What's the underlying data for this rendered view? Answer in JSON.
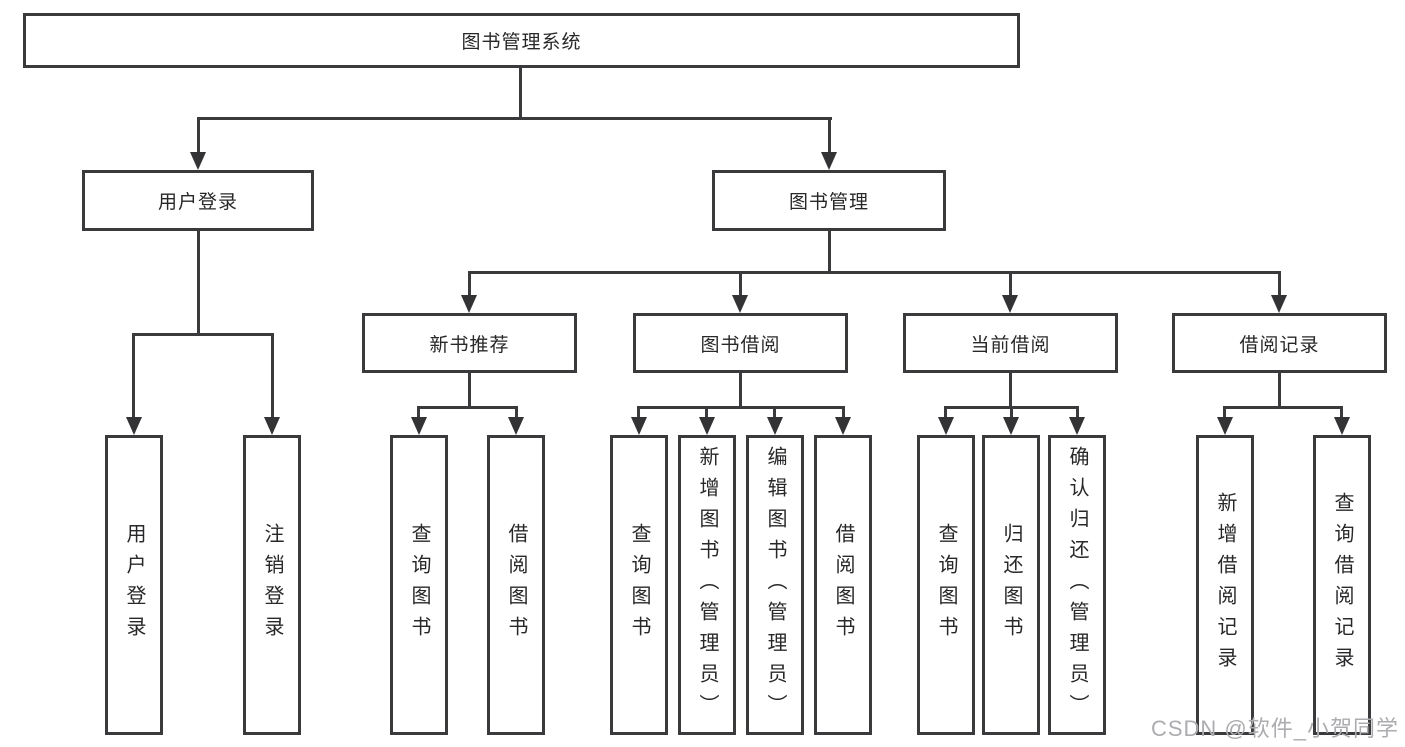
{
  "diagram_title": "图书管理系统",
  "nodes": {
    "root": {
      "label": "图书管理系统"
    },
    "level2": [
      {
        "label": "用户登录"
      },
      {
        "label": "图书管理"
      }
    ],
    "level3": [
      {
        "label": "新书推荐"
      },
      {
        "label": "图书借阅"
      },
      {
        "label": "当前借阅"
      },
      {
        "label": "借阅记录"
      }
    ],
    "leaves": [
      {
        "label": "用户登录"
      },
      {
        "label": "注销登录"
      },
      {
        "label": "查询图书"
      },
      {
        "label": "借阅图书"
      },
      {
        "label": "查询图书"
      },
      {
        "label": "新增图书（管理员）"
      },
      {
        "label": "编辑图书（管理员）"
      },
      {
        "label": "借阅图书"
      },
      {
        "label": "查询图书"
      },
      {
        "label": "归还图书"
      },
      {
        "label": "确认归还（管理员）"
      },
      {
        "label": "新增借阅记录"
      },
      {
        "label": "查询借阅记录"
      }
    ]
  },
  "edges": [
    {
      "from": "图书管理系统",
      "to": [
        "用户登录",
        "图书管理"
      ]
    },
    {
      "from": "用户登录",
      "to": [
        "用户登录",
        "注销登录"
      ]
    },
    {
      "from": "图书管理",
      "to": [
        "新书推荐",
        "图书借阅",
        "当前借阅",
        "借阅记录"
      ]
    },
    {
      "from": "新书推荐",
      "to": [
        "查询图书",
        "借阅图书"
      ]
    },
    {
      "from": "图书借阅",
      "to": [
        "查询图书",
        "新增图书（管理员）",
        "编辑图书（管理员）",
        "借阅图书"
      ]
    },
    {
      "from": "当前借阅",
      "to": [
        "查询图书",
        "归还图书",
        "确认归还（管理员）"
      ]
    },
    {
      "from": "借阅记录",
      "to": [
        "新增借阅记录",
        "查询借阅记录"
      ]
    }
  ],
  "watermark": {
    "text": "CSDN @软件_小贺同学"
  },
  "colors": {
    "line": "#3a3a3d",
    "text": "#28282a",
    "background": "#ffffff",
    "watermark": "#acacb0"
  }
}
